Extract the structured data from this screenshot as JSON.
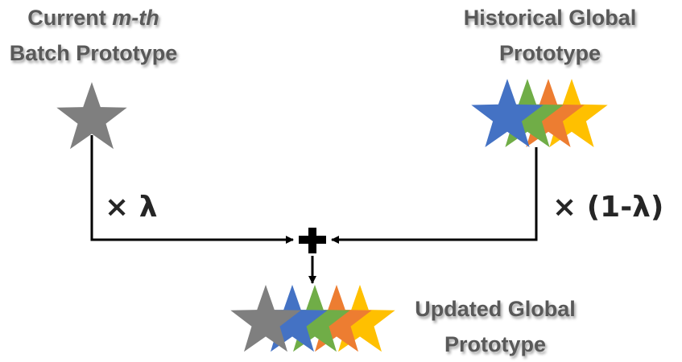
{
  "labels": {
    "current_prefix": "Current ",
    "current_italic": "m-th",
    "current_line2": "Batch Prototype",
    "historical_line1": "Historical Global",
    "historical_line2": "Prototype",
    "updated_line1": "Updated Global",
    "updated_line2": "Prototype"
  },
  "factors": {
    "lambda": "× λ",
    "one_minus_lambda": "× (1-λ)"
  },
  "colors": {
    "gray_star": "#7f7f7f",
    "blue_star": "#4472c4",
    "green_star": "#70ad47",
    "orange_star": "#ed7d31",
    "yellow_star": "#ffc000",
    "text": "#595959",
    "lines": "#000000"
  }
}
